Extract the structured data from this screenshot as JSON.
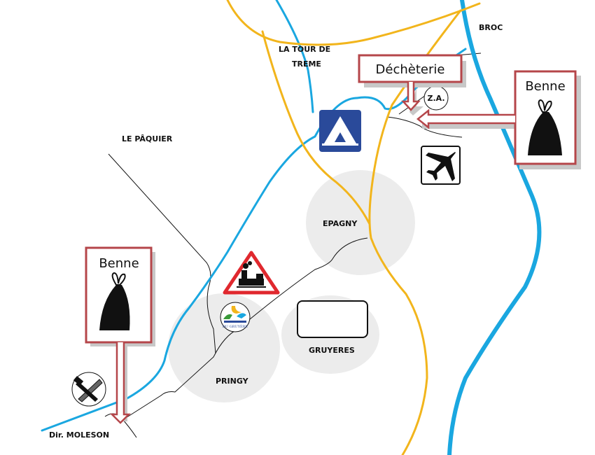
{
  "places": {
    "la_tour_de_treme_1": "LA TOUR DE",
    "la_tour_de_treme_2": "TREME",
    "broc": "BROC",
    "le_paquier": "LE PÂQUIER",
    "epagny": "EPAGNY",
    "pringy": "PRINGY",
    "gruyeres": "GRUYERES",
    "dir_moleson": "Dir. MOLESON"
  },
  "callouts": {
    "decheterie": "Déchèterie",
    "benne_right": "Benne",
    "benne_left": "Benne",
    "za": "Z.A."
  },
  "logo": {
    "maison_gruyere": "LA MAISON DU GRUYÈRE"
  },
  "colors": {
    "river": "#1aa7e0",
    "road_main": "#f2b51c",
    "callout_border": "#b5464a",
    "camping": "#2a4a9a",
    "warning": "#e0282e"
  }
}
